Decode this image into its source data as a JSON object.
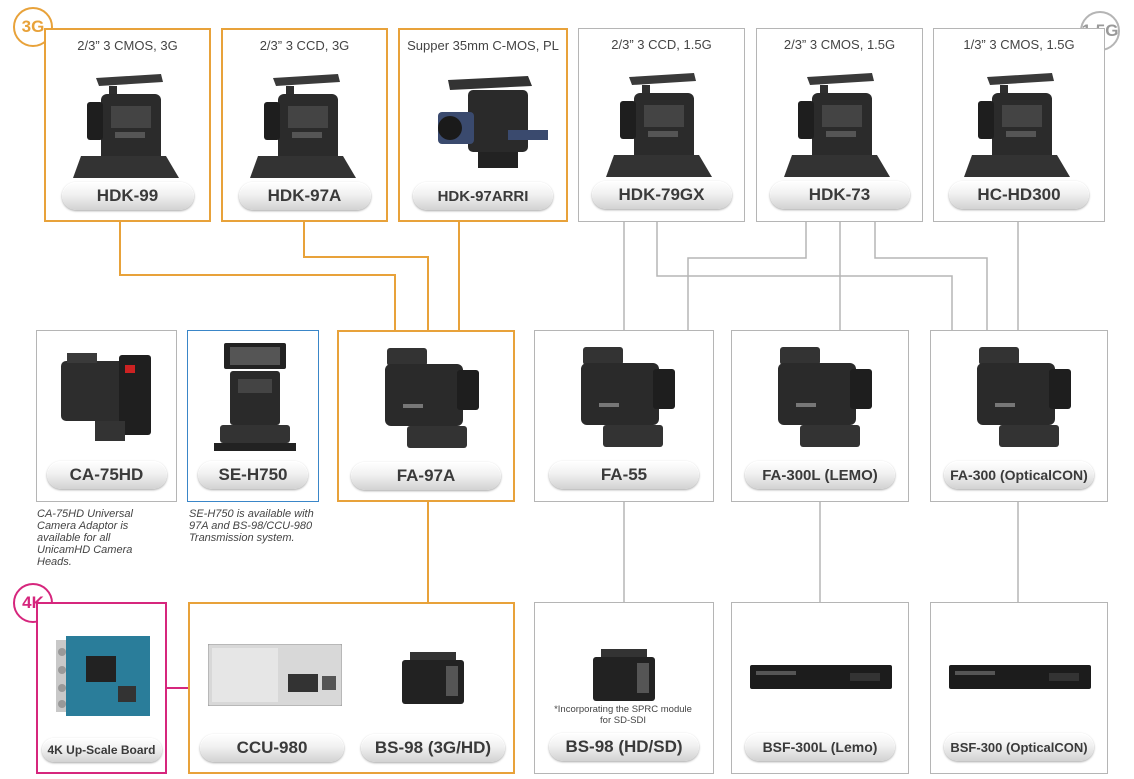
{
  "badges": {
    "g3": "3G",
    "g15": "1.5G",
    "k4": "4K"
  },
  "cameras": [
    {
      "spec": "2/3” 3 CMOS, 3G",
      "name": "HDK-99"
    },
    {
      "spec": "2/3” 3 CCD, 3G",
      "name": "HDK-97A"
    },
    {
      "spec": "Supper 35mm C-MOS, PL",
      "name": "HDK-97ARRI"
    },
    {
      "spec": "2/3” 3 CCD, 1.5G",
      "name": "HDK-79GX"
    },
    {
      "spec": "2/3” 3 CMOS, 1.5G",
      "name": "HDK-73"
    },
    {
      "spec": "1/3” 3 CMOS, 1.5G",
      "name": "HC-HD300"
    }
  ],
  "adaptors": [
    {
      "name": "CA-75HD"
    },
    {
      "name": "SE-H750"
    },
    {
      "name": "FA-97A"
    },
    {
      "name": "FA-55"
    },
    {
      "name": "FA-300L (LEMO)"
    },
    {
      "name": "FA-300 (OpticalCON)"
    }
  ],
  "notes": {
    "ca75": "CA-75HD Universal Camera Adaptor is available for all UnicamHD Camera Heads.",
    "seh750": "SE-H750 is available with 97A and BS-98/CCU-980 Transmission system."
  },
  "bases": [
    {
      "name": "4K Up-Scale Board"
    },
    {
      "name": "CCU-980"
    },
    {
      "name": "BS-98 (3G/HD)"
    },
    {
      "name": "BS-98 (HD/SD)"
    },
    {
      "name": "BSF-300L (Lemo)"
    },
    {
      "name": "BSF-300 (OpticalCON)"
    }
  ],
  "sprc_note": "*Incorporating the SPRC module for SD-SDI",
  "colors": {
    "g3": "#e8a23a",
    "g15": "#b5b5b5",
    "k4": "#d6267d",
    "se": "#3a86c8"
  },
  "icons": [
    "camera-icon",
    "fiber-adaptor-icon",
    "triax-adaptor-icon",
    "ccu-icon",
    "base-station-icon",
    "rack-unit-icon",
    "circuit-board-icon"
  ]
}
